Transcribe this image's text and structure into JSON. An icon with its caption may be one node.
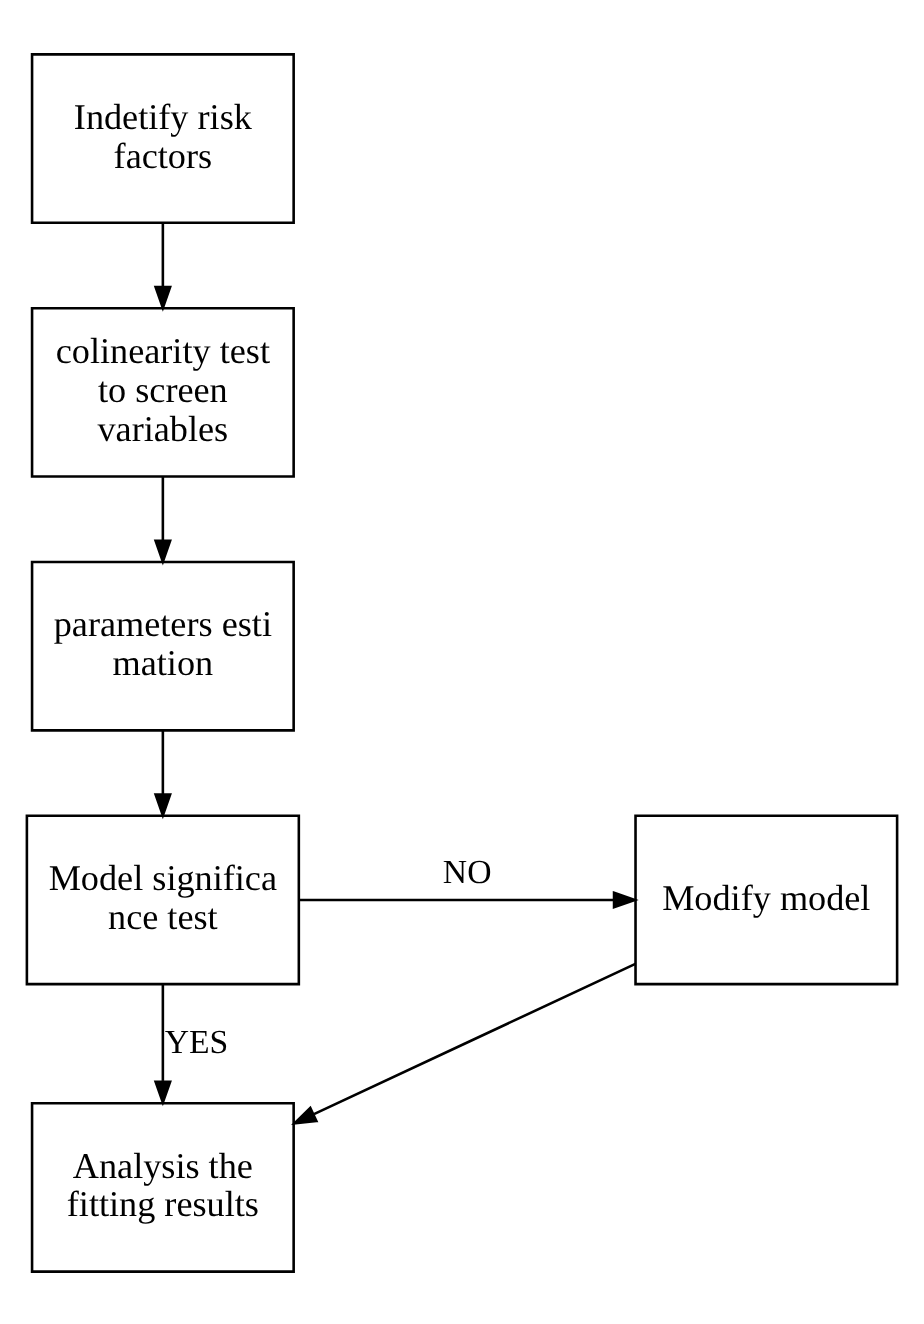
{
  "diagram": {
    "nodes": [
      {
        "text": [
          "Indetify risk factors"
        ]
      },
      {
        "text": [
          "colinearity test to screen variables"
        ]
      },
      {
        "text": [
          "parameters esti mation"
        ]
      },
      {
        "text": [
          "Model significa nce test"
        ]
      },
      {
        "text": [
          "Modify model"
        ]
      },
      {
        "text": [
          "Analysis the fitting results"
        ]
      }
    ],
    "edges": [
      {
        "from": 0,
        "to": 1,
        "arrow": "to"
      },
      {
        "from": 1,
        "to": 2,
        "arrow": "to"
      },
      {
        "from": 2,
        "to": 3,
        "arrow": "to"
      },
      {
        "from": 3,
        "to": 4,
        "arrow": "to",
        "label": "NO"
      },
      {
        "from": 3,
        "to": 5,
        "arrow": "to",
        "label": "YES"
      },
      {
        "from": 4,
        "to": 5,
        "arrow": "to"
      }
    ]
  }
}
